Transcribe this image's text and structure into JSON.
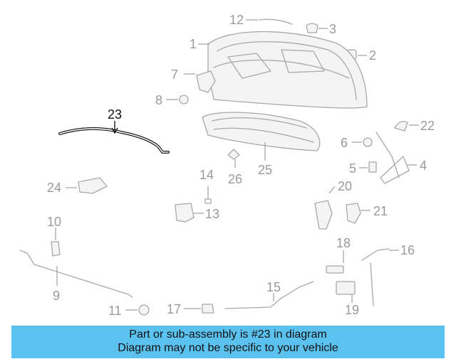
{
  "highlighted_part": "23",
  "callouts": {
    "c1": "1",
    "c2": "2",
    "c3": "3",
    "c4": "4",
    "c5": "5",
    "c6": "6",
    "c7": "7",
    "c8": "8",
    "c9": "9",
    "c10": "10",
    "c11": "11",
    "c12": "12",
    "c13": "13",
    "c14": "14",
    "c15": "15",
    "c16": "16",
    "c17": "17",
    "c18": "18",
    "c19": "19",
    "c20": "20",
    "c21": "21",
    "c22": "22",
    "c23": "23",
    "c24": "24",
    "c25": "25",
    "c26": "26"
  },
  "banner": {
    "line1": "Part or sub-assembly is #23 in diagram",
    "line2": "Diagram may not be specific to your vehicle"
  },
  "colors": {
    "banner_bg": "#5bc2f0",
    "highlight": "#1a1a1a",
    "part_lines": "#a8a8a8"
  }
}
